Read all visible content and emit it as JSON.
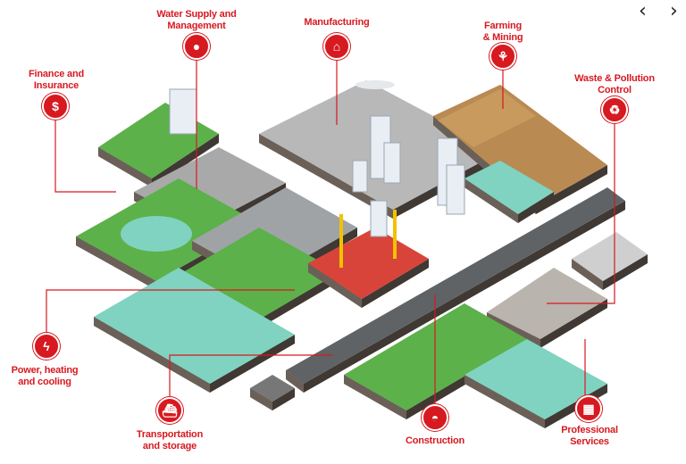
{
  "nav": {
    "prev": "‹",
    "next": "›"
  },
  "colors": {
    "accent": "#d71920",
    "grass": "#5cb14a",
    "water": "#7fd3c0",
    "road": "#6b6b6b"
  },
  "sectors": [
    {
      "id": "water",
      "label": "Water Supply and\nManagement",
      "icon": "water-drop-icon",
      "glyph": "💧"
    },
    {
      "id": "manufacturing",
      "label": "Manufacturing",
      "icon": "factory-icon",
      "glyph": "⌂"
    },
    {
      "id": "farming",
      "label": "Farming\n& Mining",
      "icon": "plant-pot-icon",
      "glyph": "⚘"
    },
    {
      "id": "waste",
      "label": "Waste & Pollution\nControl",
      "icon": "recycle-bin-icon",
      "glyph": "♻"
    },
    {
      "id": "finance",
      "label": "Finance and\nInsurance",
      "icon": "dollar-coin-icon",
      "glyph": "$"
    },
    {
      "id": "power",
      "label": "Power, heating\nand cooling",
      "icon": "lightning-icon",
      "glyph": "ϟ"
    },
    {
      "id": "transport",
      "label": "Transportation\nand storage",
      "icon": "ship-icon",
      "glyph": "⛴"
    },
    {
      "id": "construction",
      "label": "Construction",
      "icon": "hard-hat-icon",
      "glyph": "◓"
    },
    {
      "id": "professional",
      "label": "Professional\nServices",
      "icon": "calculator-icon",
      "glyph": "▦"
    }
  ]
}
